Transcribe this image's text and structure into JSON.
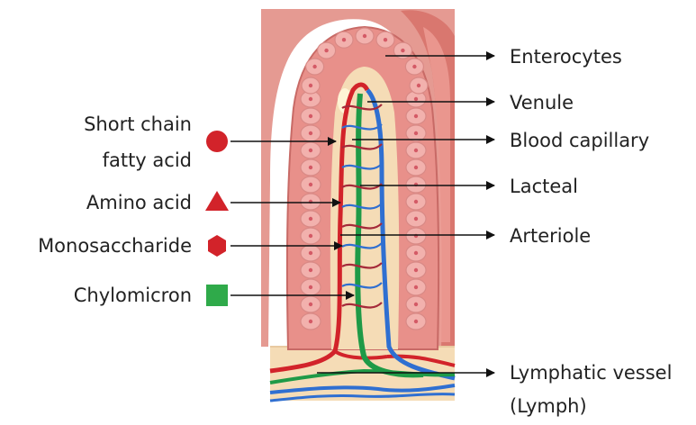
{
  "colors": {
    "tissue": "#e8908a",
    "tissue_dark": "#c86a66",
    "cell": "#f2b1ad",
    "cell_nucleus": "#d45a66",
    "core": "#f5dcb6",
    "artery": "#d2232a",
    "vein": "#2f6fd1",
    "lymph": "#1f9a47",
    "marker_red": "#d2232a",
    "marker_green": "#2faa4a",
    "pointer": "#111111"
  },
  "left_labels": [
    {
      "text": "Short chain",
      "marker": "circle"
    },
    {
      "text": "fatty acid"
    },
    {
      "text": "Amino acid",
      "marker": "triangle"
    },
    {
      "text": "Monosaccharide",
      "marker": "hexagon"
    },
    {
      "text": "Chylomicron",
      "marker": "square"
    }
  ],
  "right_labels": [
    {
      "text": "Enterocytes"
    },
    {
      "text": "Venule"
    },
    {
      "text": "Blood capillary"
    },
    {
      "text": "Lacteal"
    },
    {
      "text": "Arteriole"
    },
    {
      "text": "Lymphatic vessel"
    },
    {
      "text": "(Lymph)"
    }
  ]
}
